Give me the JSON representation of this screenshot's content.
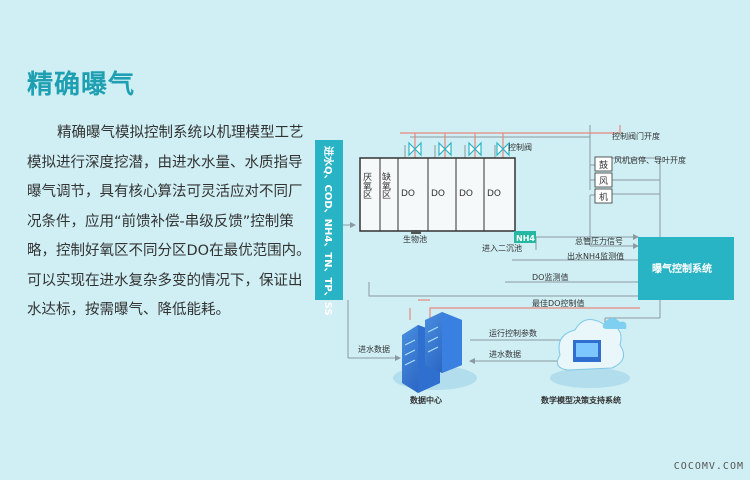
{
  "page": {
    "title": "精确曝气",
    "description": "精确曝气模拟控制系统以机理模型工艺模拟进行深度挖潜，由进水水量、水质指导曝气调节，具有核心算法可灵活应对不同厂况条件，应用“前馈补偿-串级反馈”控制策略，控制好氧区不同分区DO在最优范围内。可以实现在进水复杂多变的情况下，保证出水达标，按需曝气、降低能耗。",
    "watermark": "COCOMV.COM"
  },
  "diagram": {
    "influent_label": "进水Q、COD、NH4、TN、TP、SS",
    "zone_anaerobic": "厌氧区",
    "zone_anoxic": "缺氧区",
    "do_label": "DO",
    "bio_tank": "生物池",
    "to_clarifier": "进入二沉池",
    "nh4_badge": "NH4",
    "control_valve": "控制阀",
    "valve_opening": "控制阀门开度",
    "blower_chars": [
      "鼓",
      "风",
      "机"
    ],
    "blower_ops": "风机启停、导叶开度",
    "header_pressure": "总管压力信号",
    "effluent_nh4": "出水NH4监测值",
    "do_monitor": "DO监测值",
    "optimal_do": "最佳DO控制值",
    "aeration_system": "曝气控制系统",
    "run_params": "运行控制参数",
    "influent_data": "进水数据",
    "influent_data_left": "进水数据",
    "data_center": "数据中心",
    "dss": "数学模型决策支持系统",
    "colors": {
      "teal": "#29b4c6",
      "red_line": "#e8897c",
      "gray_line": "#8a9aa0",
      "green_badge": "#24b7a2"
    }
  }
}
